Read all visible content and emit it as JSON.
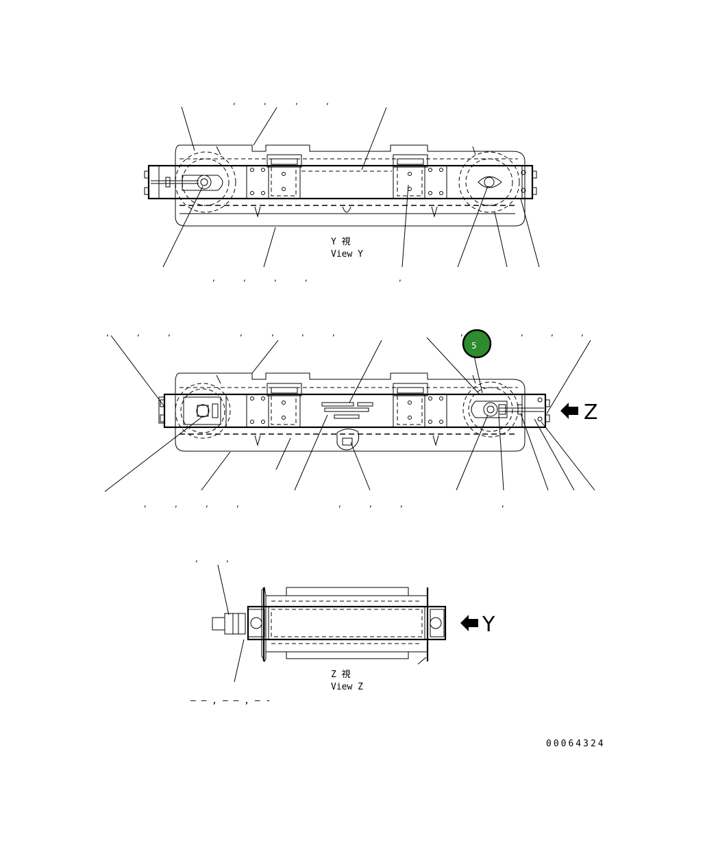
{
  "views": {
    "view_y": {
      "label_jp": "Y 視",
      "label_en": "View Y"
    },
    "view_z": {
      "label_jp": "Z 視",
      "label_en": "View Z"
    }
  },
  "arrows": {
    "z_letter": "Z",
    "y_letter": "Y"
  },
  "callout_badge": {
    "number": "5",
    "color": "#2e8b2e"
  },
  "part_number_fragment": "– – , – – , – -",
  "drawing_number": "00064324"
}
